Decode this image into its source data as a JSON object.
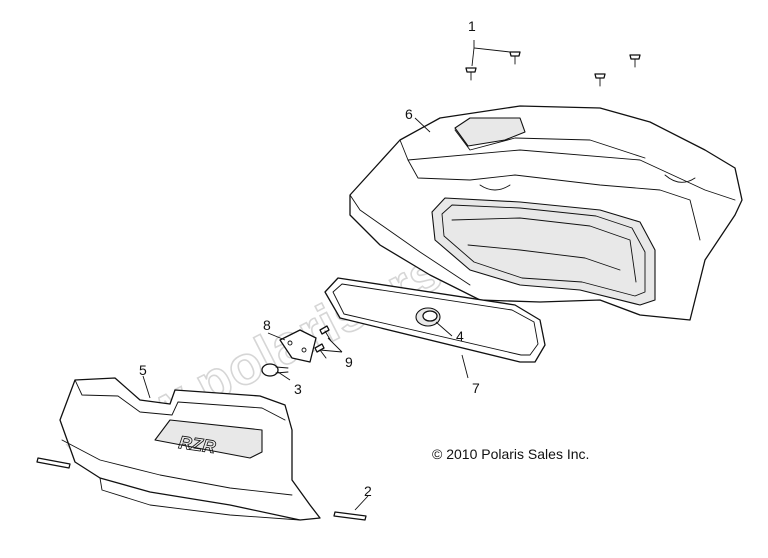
{
  "watermark": "www.polarisersatzteile.de",
  "copyright": "© 2010 Polaris Sales Inc.",
  "emblem_text": "RZR",
  "callouts": {
    "c1": "1",
    "c2": "2",
    "c3": "3",
    "c4": "4",
    "c5": "5",
    "c6": "6",
    "c7": "7",
    "c8": "8",
    "c9": "9"
  },
  "colors": {
    "line": "#111111",
    "watermark": "#cfcfcf",
    "background": "#ffffff"
  }
}
